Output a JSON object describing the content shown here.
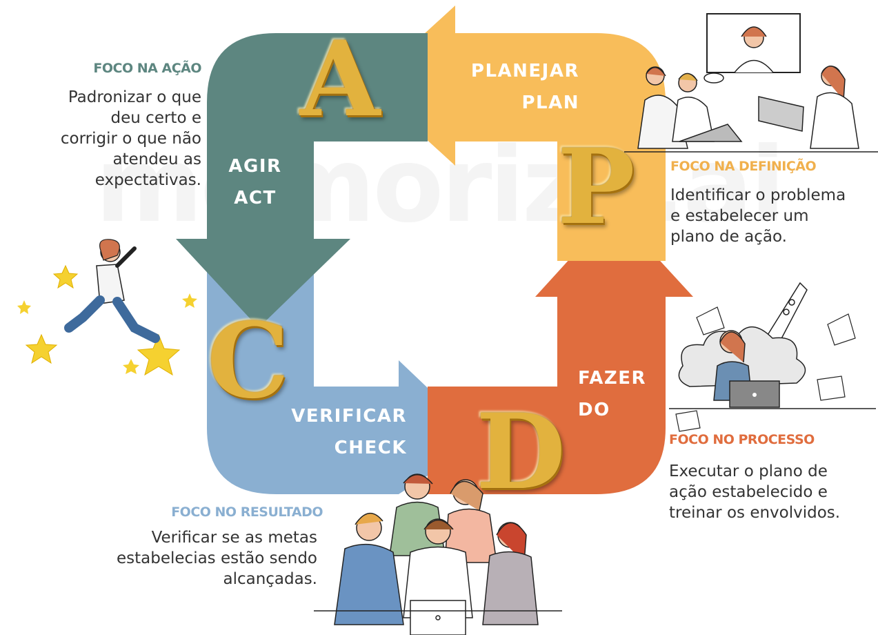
{
  "watermark": "memoriza.ai",
  "colors": {
    "plan": "#f8bd5a",
    "do": "#e06d3e",
    "check": "#8aafd1",
    "act": "#5d8680",
    "head_act": "#5d8680",
    "head_plan": "#f0b04d",
    "head_do": "#e06d3e",
    "head_check": "#8aafd1",
    "balloon_gold": "#e2b23e"
  },
  "cycle": {
    "plan": {
      "letter": "P",
      "label": "PLANEJAR\nPLAN"
    },
    "do": {
      "letter": "D",
      "label": "FAZER\nDO"
    },
    "check": {
      "letter": "C",
      "label": "VERIFICAR\nCHECK"
    },
    "act": {
      "letter": "A",
      "label": "AGIR\nACT"
    }
  },
  "callouts": {
    "act": {
      "heading": "FOCO NA AÇÃO",
      "text": "Padronizar o que\ndeu certo e\ncorrigir o que não\natendeu as\nexpectativas."
    },
    "plan": {
      "heading": "FOCO NA DEFINIÇÃO",
      "text": "Identificar o problema\ne estabelecer um\nplano de ação."
    },
    "do": {
      "heading": "FOCO NO PROCESSO",
      "text": "Executar o plano de\nação estabelecido e\ntreinar os envolvidos."
    },
    "check": {
      "heading": "FOCO NO RESULTADO",
      "text": "Verificar se as metas\nestabelecias estão sendo\nalcançadas."
    }
  },
  "illustrations": {
    "plan": "video-meeting-illustration",
    "do": "rocket-launch-illustration",
    "check": "team-celebrating-illustration",
    "act": "jumping-stars-illustration"
  }
}
